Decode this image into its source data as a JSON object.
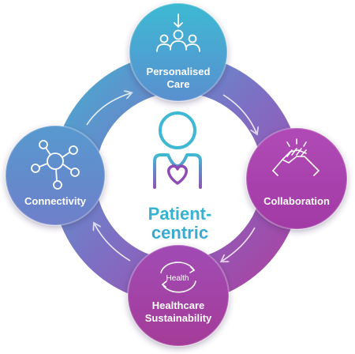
{
  "center": {
    "line1": "Patient-",
    "line2": "centric"
  },
  "nodes": {
    "top": {
      "line1": "Personalised",
      "line2": "Care",
      "icon": "people-group-icon"
    },
    "right": {
      "label": "Collaboration",
      "icon": "handshake-icon"
    },
    "bottom": {
      "line1": "Healthcare",
      "line2": "Sustainability",
      "icon": "health-cycle-icon",
      "icon_text": "Health"
    },
    "left": {
      "label": "Connectivity",
      "icon": "network-icon"
    }
  },
  "colors": {
    "teal": "#3fb6d1",
    "blue": "#5c93cf",
    "purple": "#a24db2",
    "magenta": "#ab3b9e",
    "white": "#ffffff"
  }
}
